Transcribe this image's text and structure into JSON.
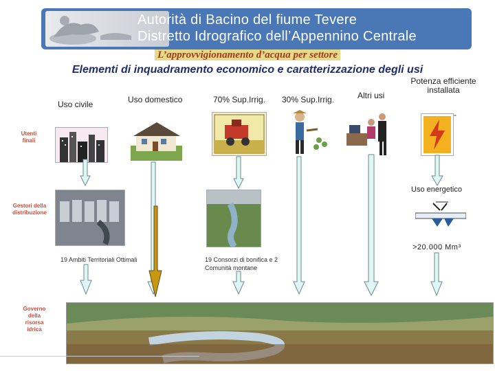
{
  "banner": {
    "line1": "Autorità di Bacino del fiume Tevere",
    "line2": "Distretto  Idrografico dell’Appennino Centrale"
  },
  "title": "L’approvvigionamento d’acqua per settore",
  "subtitle": "Elementi di inquadramento economico e caratterizzazione degli usi",
  "columns": {
    "civile": "Uso civile",
    "domestico": "Uso domestico",
    "irrig70": "70% Sup.Irrig.",
    "irrig30": "30% Sup.Irrig.",
    "altri": "Altri usi",
    "potenza": "Potenza efficiente installata"
  },
  "side_labels": {
    "utenti": "Utenti finali",
    "gestori": "Gestori della distribuzione",
    "governo": "Governo della risorsa idrica"
  },
  "labels": {
    "uso_energetico": "Uso energetico",
    "volume": ">20.000 Mm³",
    "ambiti": "19 Ambiti Territoriali Ottimali",
    "consorzi": "19 Consorzi di bonifica e 2 Comunità montane",
    "dash": "-"
  },
  "colors": {
    "banner": "#4a78b6",
    "title_red": "#a33a1f",
    "title_highlight": "#e7d98a",
    "subtitle_navy": "#222c66",
    "arrow_cyan": "#dff6f6",
    "arrow_gold": "#c99812",
    "side_label": "#d34a36"
  }
}
